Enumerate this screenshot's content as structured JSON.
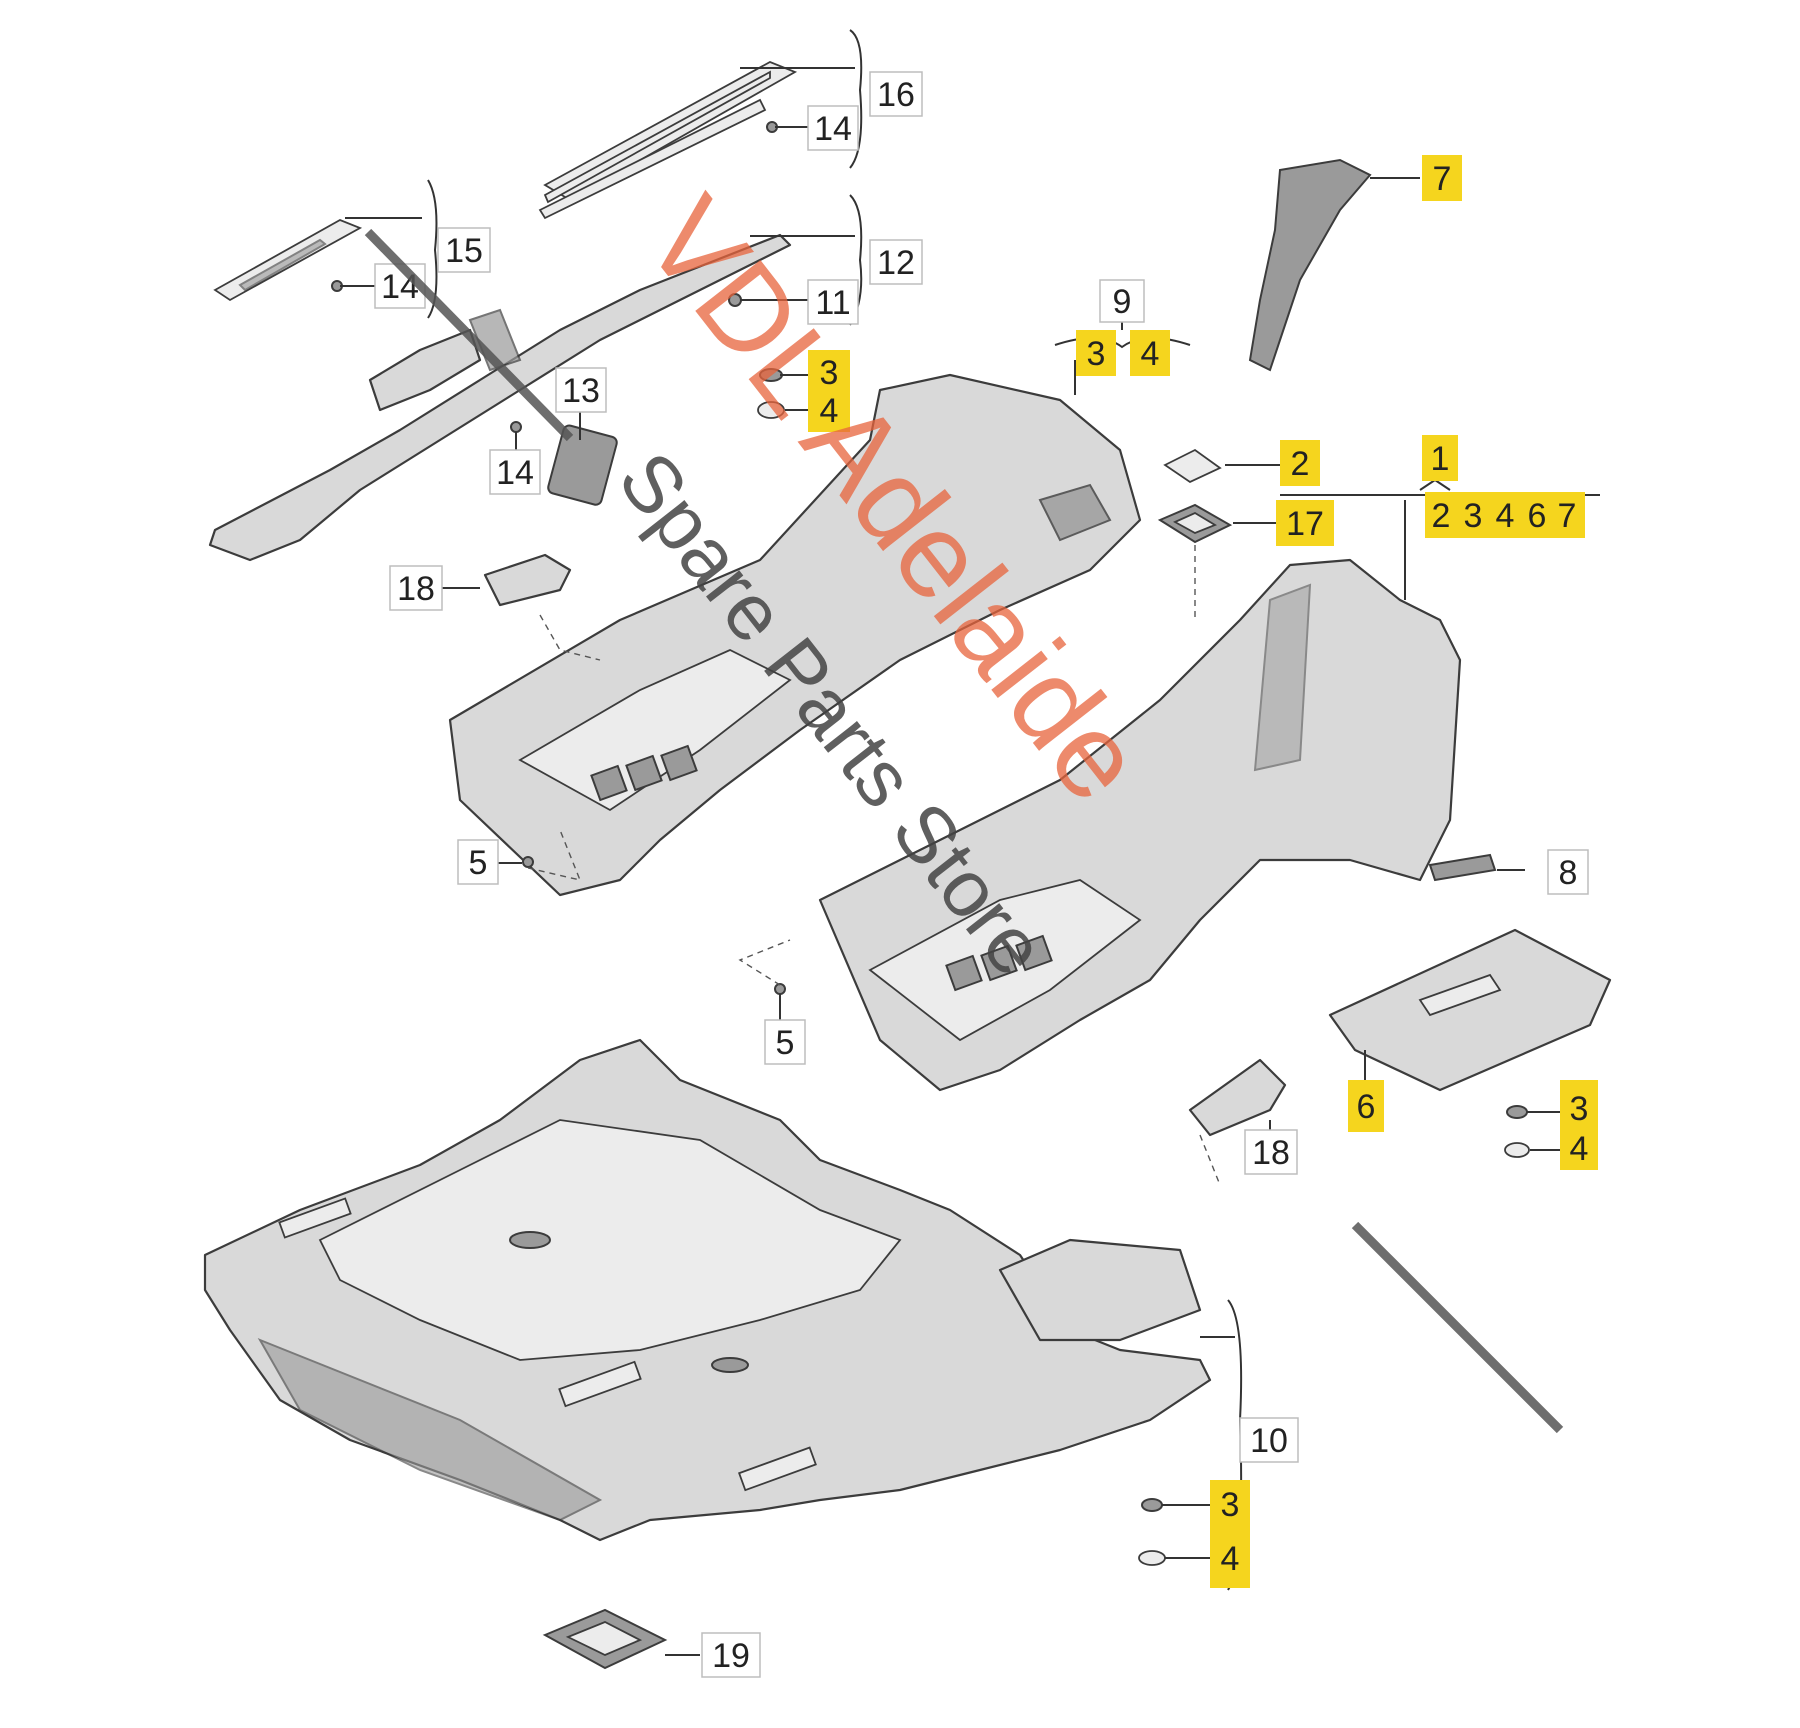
{
  "labels": {
    "l1": "1",
    "l2": "2",
    "l2b": "2",
    "l3a": "3",
    "l3b": "3",
    "l3c": "3",
    "l3d": "3",
    "l3e": "3",
    "l4a": "4",
    "l4b": "4",
    "l4c": "4",
    "l4d": "4",
    "l4e": "4",
    "l5a": "5",
    "l5b": "5",
    "l6": "6",
    "l6b": "6",
    "l7": "7",
    "l7b": "7",
    "l8": "8",
    "l9": "9",
    "l10": "10",
    "l11": "11",
    "l12": "12",
    "l13": "13",
    "l14a": "14",
    "l14b": "14",
    "l14c": "14",
    "l15": "15",
    "l16": "16",
    "l17": "17",
    "l18a": "18",
    "l18b": "18",
    "l19": "19"
  },
  "watermark": {
    "brand": "VDL Adelaide",
    "tagline": "Spare Parts Store"
  },
  "colors": {
    "highlight": "#f5d51e",
    "watermark": "#e8643c",
    "part_fill": "#d9d9d9"
  }
}
